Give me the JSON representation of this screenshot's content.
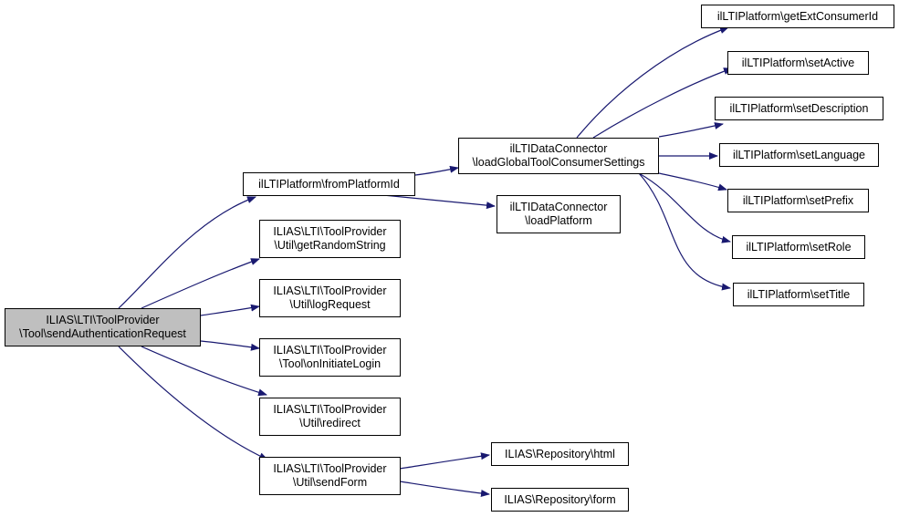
{
  "graph": {
    "root": {
      "line1": "ILIAS\\LTI\\ToolProvider",
      "line2": "\\Tool\\sendAuthenticationRequest"
    },
    "fromPlatformId": {
      "line1": "ilLTIPlatform\\fromPlatformId"
    },
    "getRandomString": {
      "line1": "ILIAS\\LTI\\ToolProvider",
      "line2": "\\Util\\getRandomString"
    },
    "logRequest": {
      "line1": "ILIAS\\LTI\\ToolProvider",
      "line2": "\\Util\\logRequest"
    },
    "onInitiateLogin": {
      "line1": "ILIAS\\LTI\\ToolProvider",
      "line2": "\\Tool\\onInitiateLogin"
    },
    "redirect": {
      "line1": "ILIAS\\LTI\\ToolProvider",
      "line2": "\\Util\\redirect"
    },
    "sendForm": {
      "line1": "ILIAS\\LTI\\ToolProvider",
      "line2": "\\Util\\sendForm"
    },
    "loadGlobal": {
      "line1": "ilLTIDataConnector",
      "line2": "\\loadGlobalToolConsumerSettings"
    },
    "loadPlatform": {
      "line1": "ilLTIDataConnector",
      "line2": "\\loadPlatform"
    },
    "getExtConsumerId": {
      "line1": "ilLTIPlatform\\getExtConsumerId"
    },
    "setActive": {
      "line1": "ilLTIPlatform\\setActive"
    },
    "setDescription": {
      "line1": "ilLTIPlatform\\setDescription"
    },
    "setLanguage": {
      "line1": "ilLTIPlatform\\setLanguage"
    },
    "setPrefix": {
      "line1": "ilLTIPlatform\\setPrefix"
    },
    "setRole": {
      "line1": "ilLTIPlatform\\setRole"
    },
    "setTitle": {
      "line1": "ilLTIPlatform\\setTitle"
    },
    "html": {
      "line1": "ILIAS\\Repository\\html"
    },
    "form": {
      "line1": "ILIAS\\Repository\\form"
    }
  },
  "colors": {
    "edge": "#191970",
    "root_fill": "#bfbfbf",
    "node_border": "#000000"
  }
}
